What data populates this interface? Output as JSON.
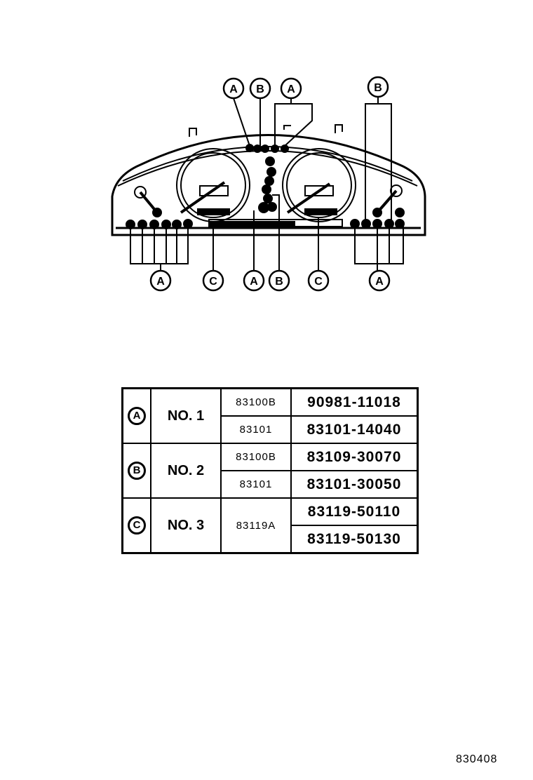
{
  "diagram": {
    "callouts_top": [
      "A",
      "B",
      "A",
      "B"
    ],
    "callouts_bottom": [
      "A",
      "C",
      "A",
      "B",
      "C",
      "A"
    ]
  },
  "table": {
    "rows": [
      {
        "key": "A",
        "name": "NO. 1",
        "entries": [
          {
            "code": "83100B",
            "part": "90981-11018"
          },
          {
            "code": "83101",
            "part": "83101-14040"
          }
        ]
      },
      {
        "key": "B",
        "name": "NO. 2",
        "entries": [
          {
            "code": "83100B",
            "part": "83109-30070"
          },
          {
            "code": "83101",
            "part": "83101-30050"
          }
        ]
      },
      {
        "key": "C",
        "name": "NO. 3",
        "code": "83119A",
        "parts": [
          "83119-50110",
          "83119-50130"
        ]
      }
    ]
  },
  "reference_code": "830408"
}
